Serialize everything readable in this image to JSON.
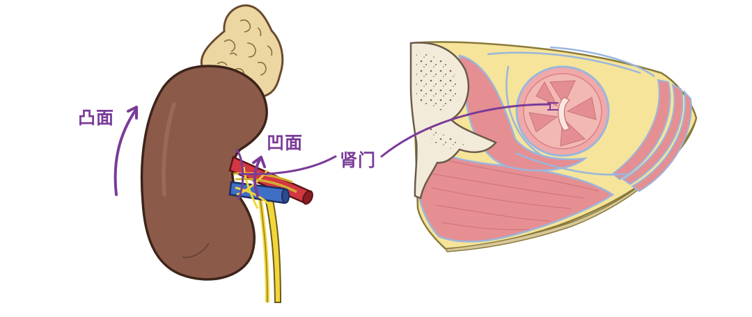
{
  "labels": {
    "convex_surface": "凸面",
    "concave_surface": "凹面",
    "renal_hilum": "肾门"
  },
  "colors": {
    "annotation": "#7a3b98",
    "kidney": "#8b5a48",
    "adrenal": "#ecd6a2",
    "artery": "#d23842",
    "vein": "#3f6fc4",
    "nerve": "#f2d63a",
    "muscle": "#e58f93",
    "fat": "#f5e49a",
    "fascia": "#9ab6dd",
    "bone": "#f3ebd9"
  }
}
